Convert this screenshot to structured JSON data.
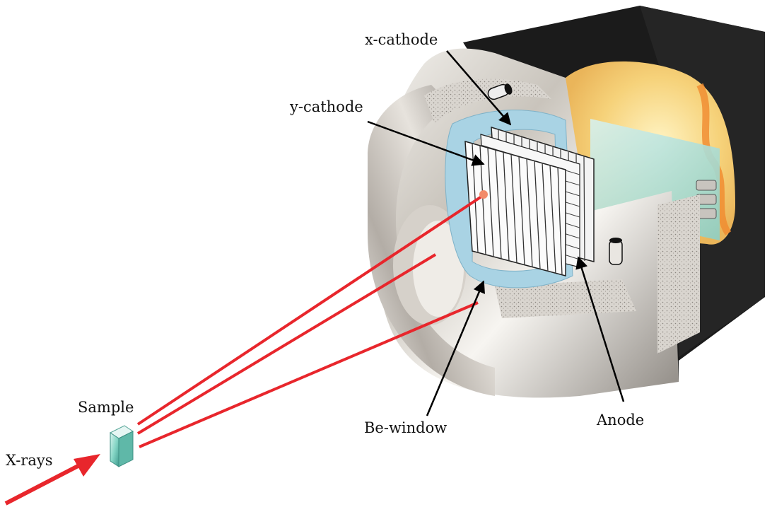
{
  "labels": {
    "x_cathode": "x-cathode",
    "y_cathode": "y-cathode",
    "sample": "Sample",
    "x_rays": "X-rays",
    "be_window": "Be-window",
    "anode": "Anode"
  },
  "colors": {
    "beam": "#e8262c",
    "housing_dark": "#1b1b1b",
    "be_window": "#a9d3e4",
    "gas_glow": "#f6d27a",
    "sample": "#7fd1c1"
  }
}
